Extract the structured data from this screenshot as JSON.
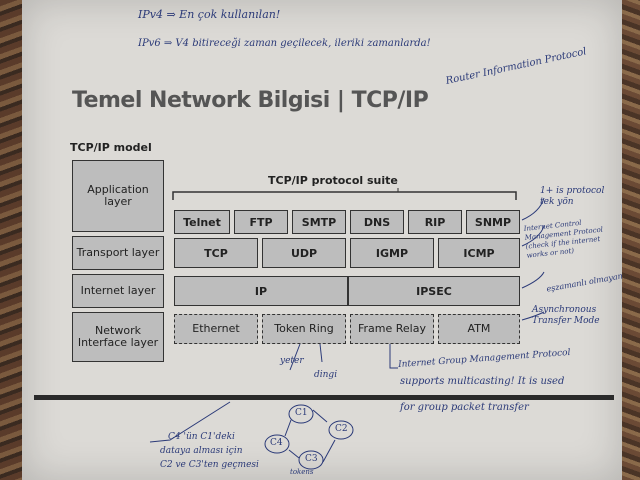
{
  "handwriting": {
    "top_line1": "IPv4 ⇒ En çok kullanılan!",
    "top_line2": "IPv6 ⇒ V4 bitireceği zaman geçilecek, ileriki zamanlarda!",
    "rip_note": "Router Information Protocol",
    "right_note1": "1+ is protocol tek yön",
    "right_note2": "Internet Control Management Protocol (check if the internet works or not)",
    "right_note3": "eşzamanlı olmayan",
    "right_note4": "Asynchronous Transfer Mode",
    "igmp_note1": "Internet Group Management Protocol",
    "igmp_note2": "supports multicasting! It is used",
    "igmp_note3": "for group packet transfer",
    "token_note1": "yeter",
    "token_note2": "dingi",
    "bottom_note1": "C4 'ün C1'deki",
    "bottom_note2": "dataya alması için",
    "bottom_note3": "C2 ve C3'ten geçmesi",
    "ring_c1": "C1",
    "ring_c2": "C2",
    "ring_c3": "C3",
    "ring_c4": "C4",
    "ring_bottom": "tokens"
  },
  "slide": {
    "title": "Temel Network Bilgisi | TCP/IP",
    "model_label": "TCP/IP model",
    "suite_label": "TCP/IP protocol suite",
    "layers": [
      "Application layer",
      "Transport layer",
      "Internet layer",
      "Network Interface layer"
    ],
    "application_protocols": [
      "Telnet",
      "FTP",
      "SMTP",
      "DNS",
      "RIP",
      "SNMP"
    ],
    "transport_protocols": [
      "TCP",
      "UDP",
      "IGMP",
      "ICMP"
    ],
    "internet_protocols": [
      "IP",
      "IPSEC"
    ],
    "network_protocols": [
      "Ethernet",
      "Token Ring",
      "Frame Relay",
      "ATM"
    ]
  },
  "colors": {
    "paper": "#dcdad6",
    "box": "#bdbdbd",
    "ink": "#2b3a78"
  }
}
